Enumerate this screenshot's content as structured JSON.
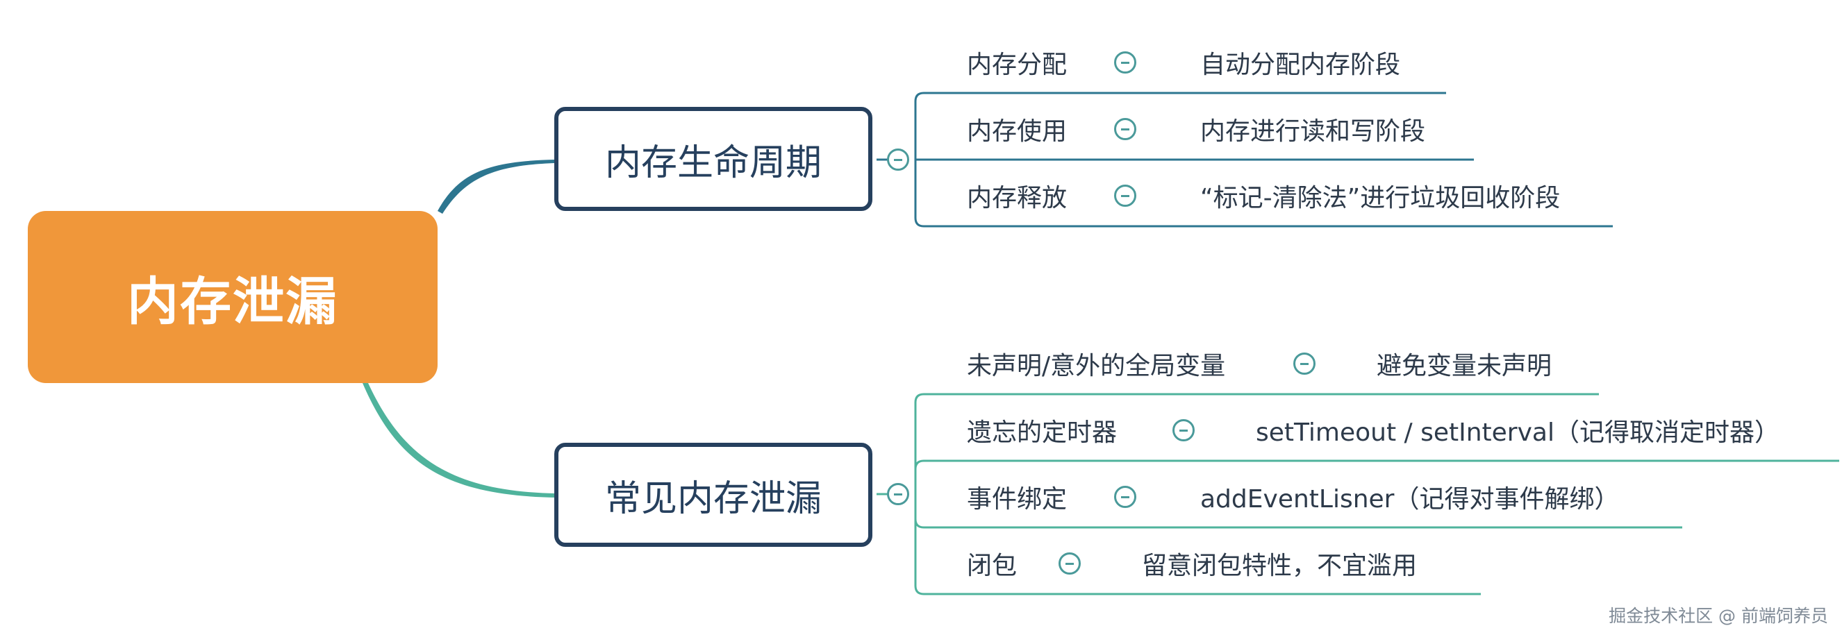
{
  "root": {
    "label": "内存泄漏"
  },
  "branches": [
    {
      "label": "内存生命周期",
      "items": [
        {
          "name": "内存分配",
          "detail": "自动分配内存阶段"
        },
        {
          "name": "内存使用",
          "detail": "内存进行读和写阶段"
        },
        {
          "name": "内存释放",
          "detail": "“标记-清除法”进行垃圾回收阶段"
        }
      ]
    },
    {
      "label": "常见内存泄漏",
      "items": [
        {
          "name": "未声明/意外的全局变量",
          "detail": "避免变量未声明"
        },
        {
          "name": "遗忘的定时器",
          "detail": "setTimeout / setInterval（记得取消定时器）"
        },
        {
          "name": "事件绑定",
          "detail": "addEventLisner（记得对事件解绑）"
        },
        {
          "name": "闭包",
          "detail": "留意闭包特性，不宜滥用"
        }
      ]
    }
  ],
  "watermark": "掘金技术社区 @ 前端饲养员",
  "colors": {
    "root_fill": "#f0973a",
    "branch_border": "#26405e",
    "branch1_line": "#2d7690",
    "branch2_line": "#4fb39c",
    "collapse_icon": "#4a9a9a"
  }
}
